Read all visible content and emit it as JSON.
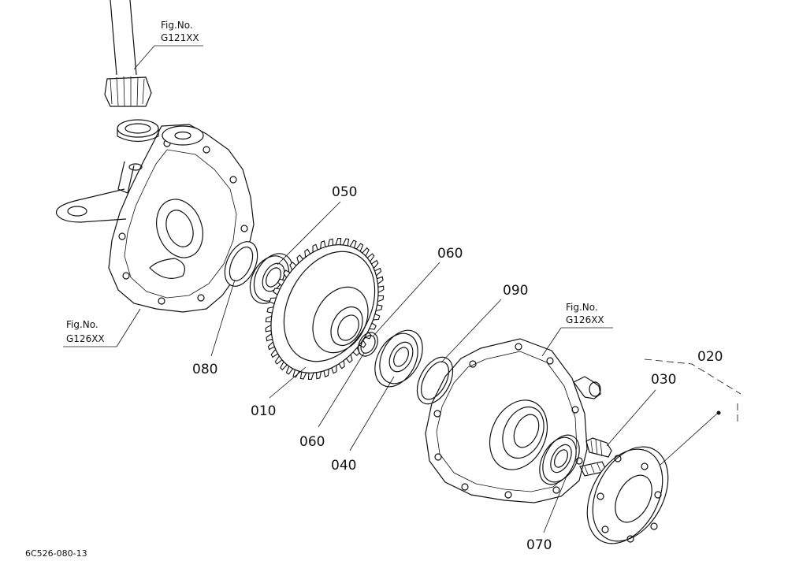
{
  "refs": {
    "top": {
      "line1": "Fig.No.",
      "line2": "G121XX"
    },
    "left": {
      "line1": "Fig.No.",
      "line2": "G126XX"
    },
    "right": {
      "line1": "Fig.No.",
      "line2": "G126XX"
    }
  },
  "parts": {
    "p010": "010",
    "p020": "020",
    "p030": "030",
    "p040": "040",
    "p050": "050",
    "p060a": "060",
    "p060b": "060",
    "p070": "070",
    "p080": "080",
    "p090": "090"
  },
  "caption": "6C526-080-13"
}
